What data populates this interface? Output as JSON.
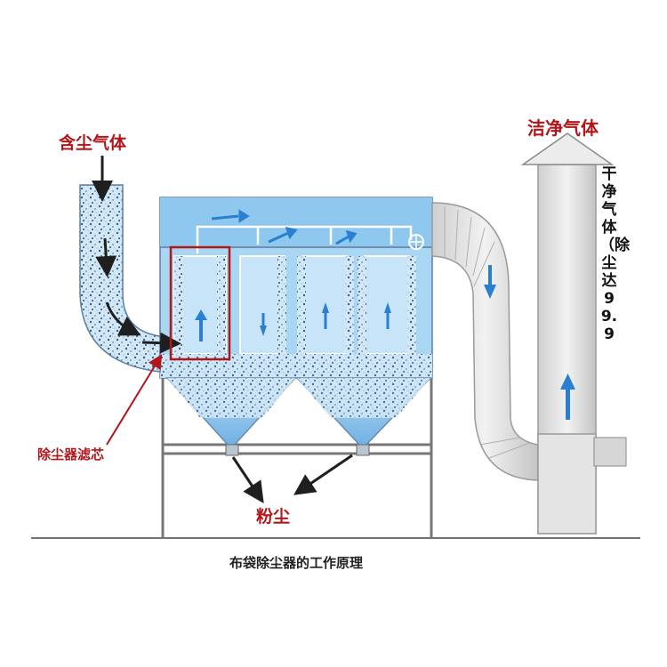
{
  "labels": {
    "dusty_gas": "含尘气体",
    "clean_gas_top": "洁净气体",
    "clean_gas_vertical": "干净气体（除尘达99.9",
    "filter_core": "除尘器滤芯",
    "dust": "粉尘",
    "caption": "布袋除尘器的工作原理"
  },
  "colors": {
    "label_red": "#b2161a",
    "housing_blue": "#a9d6f3",
    "pipe_gray": "#dedede",
    "arrow_blue": "#2a7fd0",
    "dark_arrow": "#1f1f1f"
  }
}
